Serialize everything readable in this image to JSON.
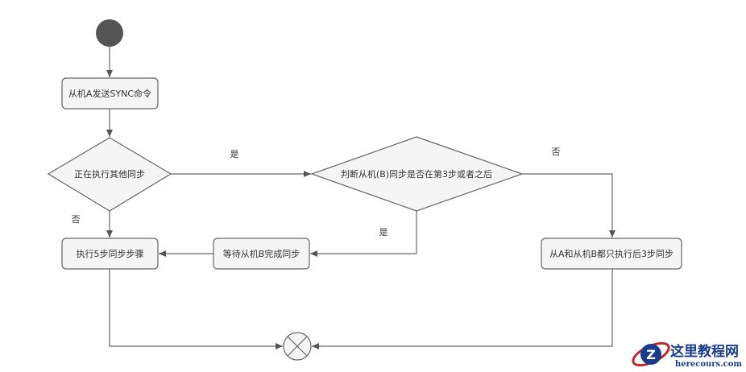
{
  "nodes": {
    "send_sync": "从机A发送SYNC命令",
    "decision_other_sync": "正在执行其他同步",
    "decision_b_stage": "判断从机(B)同步是否在第3步或者之后",
    "exec_5_steps": "执行5步同步步骤",
    "wait_b": "等待从机B完成同步",
    "both_after_3": "从A和从机B都只执行后3步同步"
  },
  "edges": {
    "d1_yes": "是",
    "d1_no": "否",
    "d2_yes": "是",
    "d2_no": "否"
  },
  "watermark": {
    "cn": "这里教程网",
    "en": "herecours.com"
  }
}
